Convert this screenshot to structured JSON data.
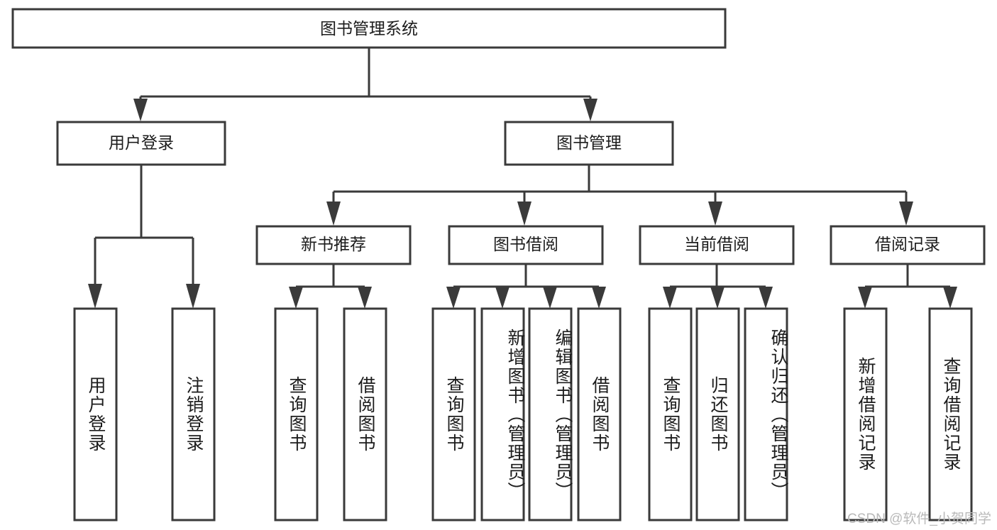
{
  "diagram": {
    "title": "图书管理系统",
    "type": "hierarchy-tree",
    "orientation": "top-down",
    "colors": {
      "box_stroke": "#3a3a3a",
      "box_fill": "#ffffff",
      "connector": "#3a3a3a",
      "text": "#1c1c1c",
      "watermark": "#b9b9b9",
      "background": "#ffffff"
    },
    "root": {
      "label": "图书管理系统",
      "orientation": "horizontal"
    },
    "level1": [
      {
        "label": "用户登录",
        "orientation": "horizontal"
      },
      {
        "label": "图书管理",
        "orientation": "horizontal"
      }
    ],
    "level2": [
      {
        "label": "新书推荐",
        "orientation": "horizontal"
      },
      {
        "label": "图书借阅",
        "orientation": "horizontal"
      },
      {
        "label": "当前借阅",
        "orientation": "horizontal"
      },
      {
        "label": "借阅记录",
        "orientation": "horizontal"
      }
    ],
    "leaves": {
      "user_login": [
        {
          "label": "用户登录",
          "orientation": "vertical"
        },
        {
          "label": "注销登录",
          "orientation": "vertical"
        }
      ],
      "new_book_recommend": [
        {
          "label": "查询图书",
          "orientation": "vertical"
        },
        {
          "label": "借阅图书",
          "orientation": "vertical"
        }
      ],
      "book_borrow": [
        {
          "label": "查询图书",
          "orientation": "vertical"
        },
        {
          "label": "新增图书（管理员）",
          "orientation": "vertical"
        },
        {
          "label": "编辑图书（管理员）",
          "orientation": "vertical"
        },
        {
          "label": "借阅图书",
          "orientation": "vertical"
        }
      ],
      "current_borrow": [
        {
          "label": "查询图书",
          "orientation": "vertical"
        },
        {
          "label": "归还图书",
          "orientation": "vertical"
        },
        {
          "label": "确认归还（管理员）",
          "orientation": "vertical"
        }
      ],
      "borrow_record": [
        {
          "label": "新增借阅记录",
          "orientation": "vertical"
        },
        {
          "label": "查询借阅记录",
          "orientation": "vertical"
        }
      ]
    }
  },
  "watermark": {
    "text": "CSDN @软件_小贺同学"
  }
}
